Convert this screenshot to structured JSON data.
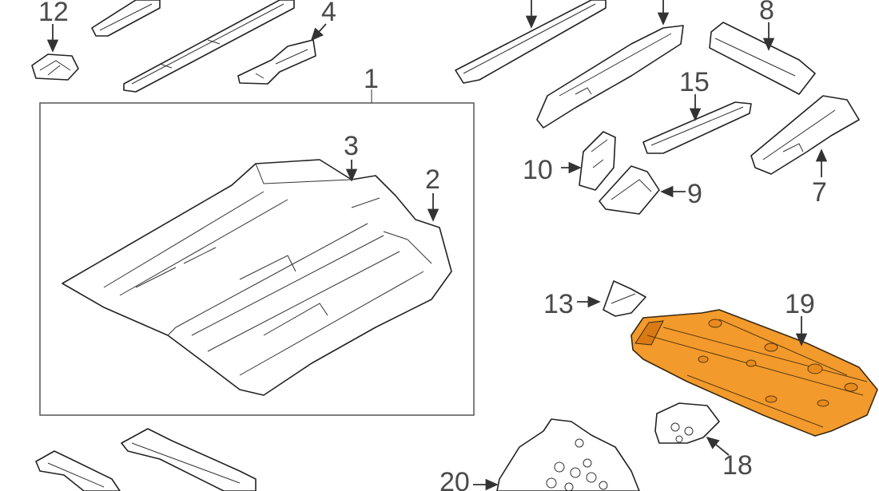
{
  "diagram": {
    "highlight_color": "#f39a2c",
    "callouts": {
      "c1": "1",
      "c2": "2",
      "c3": "3",
      "c4": "4",
      "c7": "7",
      "c8": "8",
      "c9": "9",
      "c10": "10",
      "c12": "12",
      "c13": "13",
      "c15": "15",
      "c18": "18",
      "c19": "19",
      "c20": "20"
    },
    "highlighted_part": "19"
  }
}
